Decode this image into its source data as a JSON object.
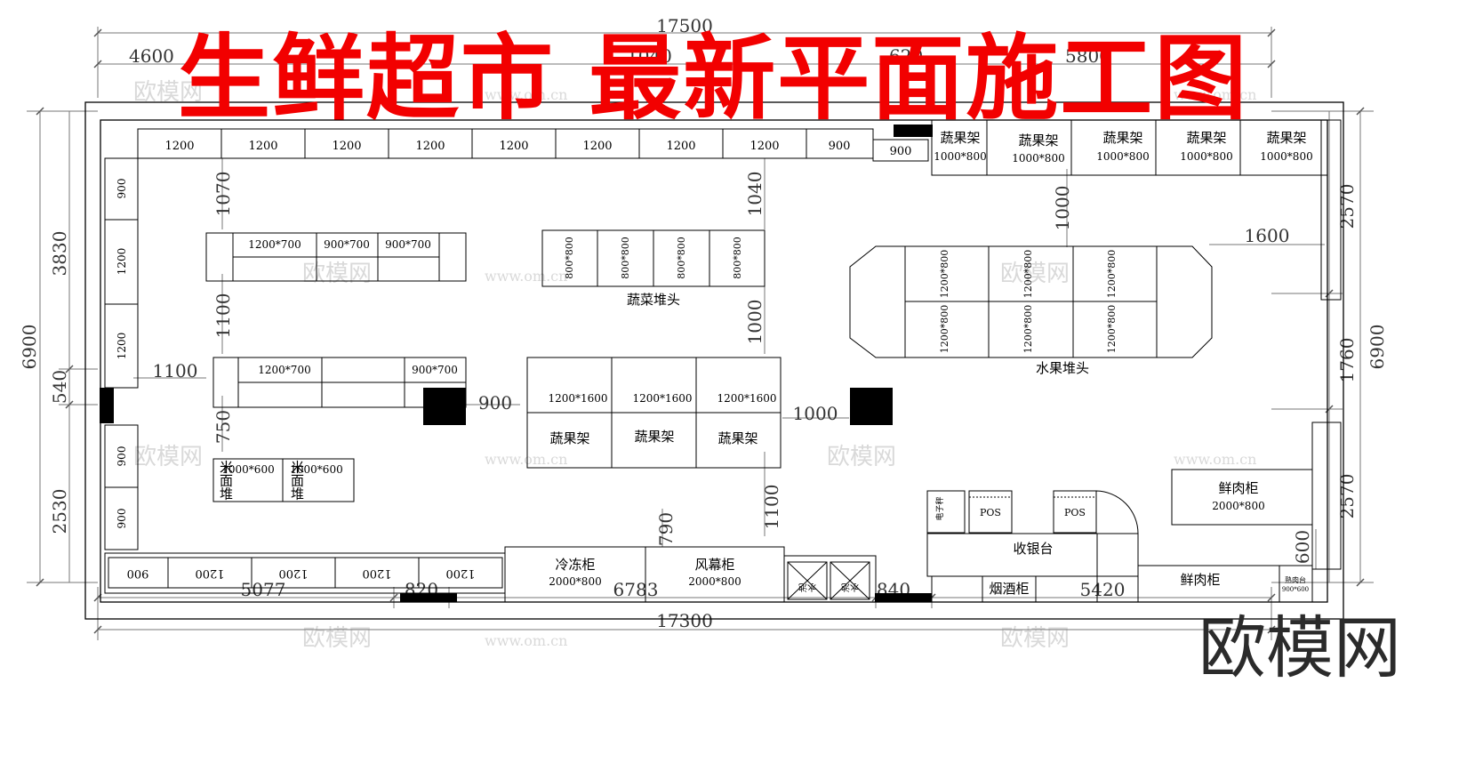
{
  "banner": {
    "title": "生鲜超市 最新平面施工图",
    "color": "#f20000"
  },
  "brand": {
    "logo": "欧模网",
    "watermark": "欧模网",
    "watermark_url": "www.om.cn"
  },
  "dimensions": {
    "top_total": "17500",
    "top_segments": [
      "4600",
      "1040",
      "620",
      "5800"
    ],
    "bottom_total": "17300",
    "bottom_segments": [
      "5077",
      "820",
      "6783",
      "840",
      "5420"
    ],
    "left_total": "6900",
    "left_segments": [
      "3830",
      "540",
      "2530"
    ],
    "right_total": "6900",
    "right_segments": [
      "2570",
      "1760",
      "2570"
    ],
    "inner": [
      "1070",
      "1100",
      "750",
      "1100",
      "900",
      "1040",
      "1000",
      "1000",
      "1100",
      "790",
      "1000",
      "1600",
      "600"
    ]
  },
  "shelves": {
    "top_row": [
      "1200",
      "1200",
      "1200",
      "1200",
      "1200",
      "1200",
      "1200",
      "1200",
      "900",
      "900"
    ],
    "left_column": [
      "900",
      "1200",
      "1200",
      "900",
      "900"
    ],
    "bottom_row": [
      "900",
      "1200",
      "1200",
      "1200",
      "1200"
    ]
  },
  "veg_racks_top": {
    "label": "蔬果架",
    "size": "1000*800"
  },
  "island_left": {
    "upper": [
      "1200*700",
      "900*700",
      "900*700"
    ],
    "lower": [
      "1200*700",
      "900*700"
    ]
  },
  "rice_flour": {
    "size": "1000*600",
    "label": "米面堆"
  },
  "veg_pile": {
    "cells": [
      "800*800",
      "800*800",
      "800*800",
      "800*800"
    ],
    "label": "蔬菜堆头"
  },
  "veg_racks_center": {
    "sizes": [
      "1200*1600",
      "1200*1600",
      "1200*1600"
    ],
    "label": "蔬果架"
  },
  "fruit_pile": {
    "cells": [
      "1200*800",
      "1200*800",
      "1200*800",
      "1200*800",
      "1200*800",
      "1200*800"
    ],
    "label": "水果堆头"
  },
  "fresh_meat_cabinet": {
    "label": "鲜肉柜",
    "size": "2000*800"
  },
  "freezer": {
    "label": "冷冻柜",
    "size": "2000*800"
  },
  "air_curtain": {
    "label": "风幕柜",
    "size": "2000*800"
  },
  "sinks": [
    "水池",
    "水池"
  ],
  "checkout": {
    "label": "收银台",
    "pos_labels": [
      "POS",
      "POS"
    ],
    "scale_label": "电子秤"
  },
  "tobacco_cabinet": {
    "label": "烟酒柜"
  },
  "meat_cabinet_bottom": {
    "label": "鲜肉柜"
  },
  "cooked_meat": {
    "label": "熟肉台",
    "size": "900*600"
  }
}
